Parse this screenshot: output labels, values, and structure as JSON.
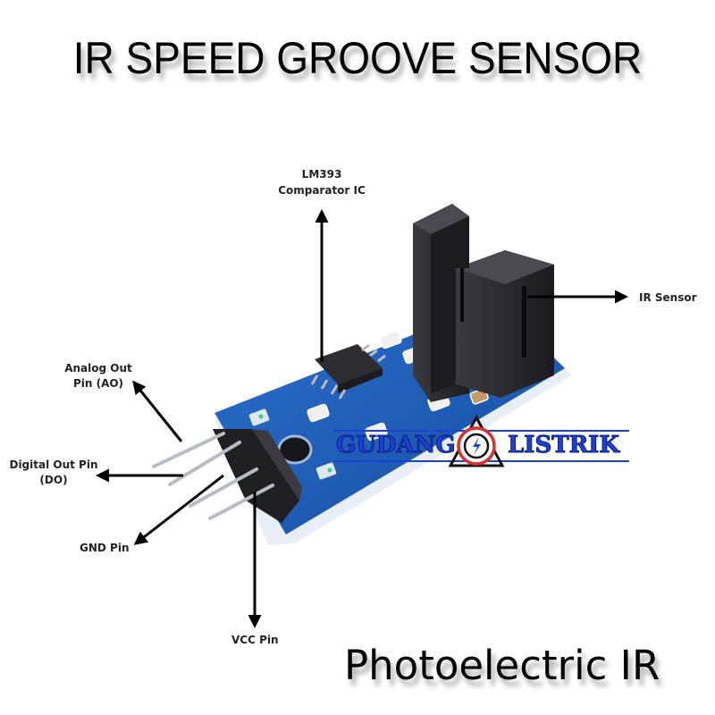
{
  "title": "IR SPEED GROOVE SENSOR",
  "subtitle": "Photoelectric IR",
  "labels": {
    "ic": {
      "line1": "LM393",
      "line2": "Comparator IC"
    },
    "ir_sensor": "IR Sensor",
    "analog_out": {
      "line1": "Analog Out",
      "line2": "Pin (AO)"
    },
    "digital_out": {
      "line1": "Digital Out Pin",
      "line2": "(DO)"
    },
    "gnd": "GND Pin",
    "vcc": "VCC Pin"
  },
  "watermark": {
    "left": "GUDANG",
    "right": "LISTRIK",
    "icon": "lightning-bolt-icon"
  },
  "colors": {
    "pcb": "#1c5fb8",
    "pcb_dark": "#123f85",
    "sensor_body": "#2a2a2e",
    "watermark_blue": "#1c3fd6",
    "watermark_red": "#d93030",
    "arrow": "#000000"
  }
}
